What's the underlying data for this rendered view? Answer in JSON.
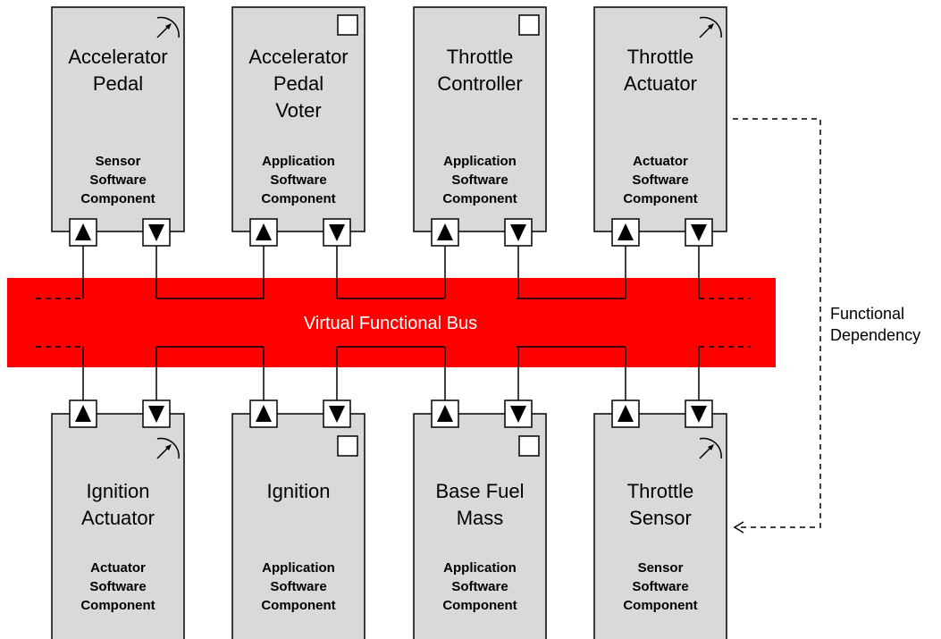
{
  "bus": {
    "label": "Virtual Functional Bus",
    "color": "#ff0000"
  },
  "dependency": {
    "line1": "Functional",
    "line2": "Dependency"
  },
  "top_components": [
    {
      "lines": [
        "Accelerator",
        "Pedal"
      ],
      "type_lines": [
        "Sensor",
        "Software",
        "Component"
      ],
      "icon": "gauge-icon"
    },
    {
      "lines": [
        "Accelerator",
        "Pedal",
        "Voter"
      ],
      "type_lines": [
        "Application",
        "Software",
        "Component"
      ],
      "icon": "square-icon"
    },
    {
      "lines": [
        "Throttle",
        "Controller"
      ],
      "type_lines": [
        "Application",
        "Software",
        "Component"
      ],
      "icon": "square-icon"
    },
    {
      "lines": [
        "Throttle",
        "Actuator"
      ],
      "type_lines": [
        "Actuator",
        "Software",
        "Component"
      ],
      "icon": "gauge-icon"
    }
  ],
  "bottom_components": [
    {
      "lines": [
        "Ignition",
        "Actuator"
      ],
      "type_lines": [
        "Actuator",
        "Software",
        "Component"
      ],
      "icon": "gauge-icon"
    },
    {
      "lines": [
        "Ignition"
      ],
      "type_lines": [
        "Application",
        "Software",
        "Component"
      ],
      "icon": "square-icon"
    },
    {
      "lines": [
        "Base Fuel",
        "Mass"
      ],
      "type_lines": [
        "Application",
        "Software",
        "Component"
      ],
      "icon": "square-icon"
    },
    {
      "lines": [
        "Throttle",
        "Sensor"
      ],
      "type_lines": [
        "Sensor",
        "Software",
        "Component"
      ],
      "icon": "gauge-icon"
    }
  ]
}
